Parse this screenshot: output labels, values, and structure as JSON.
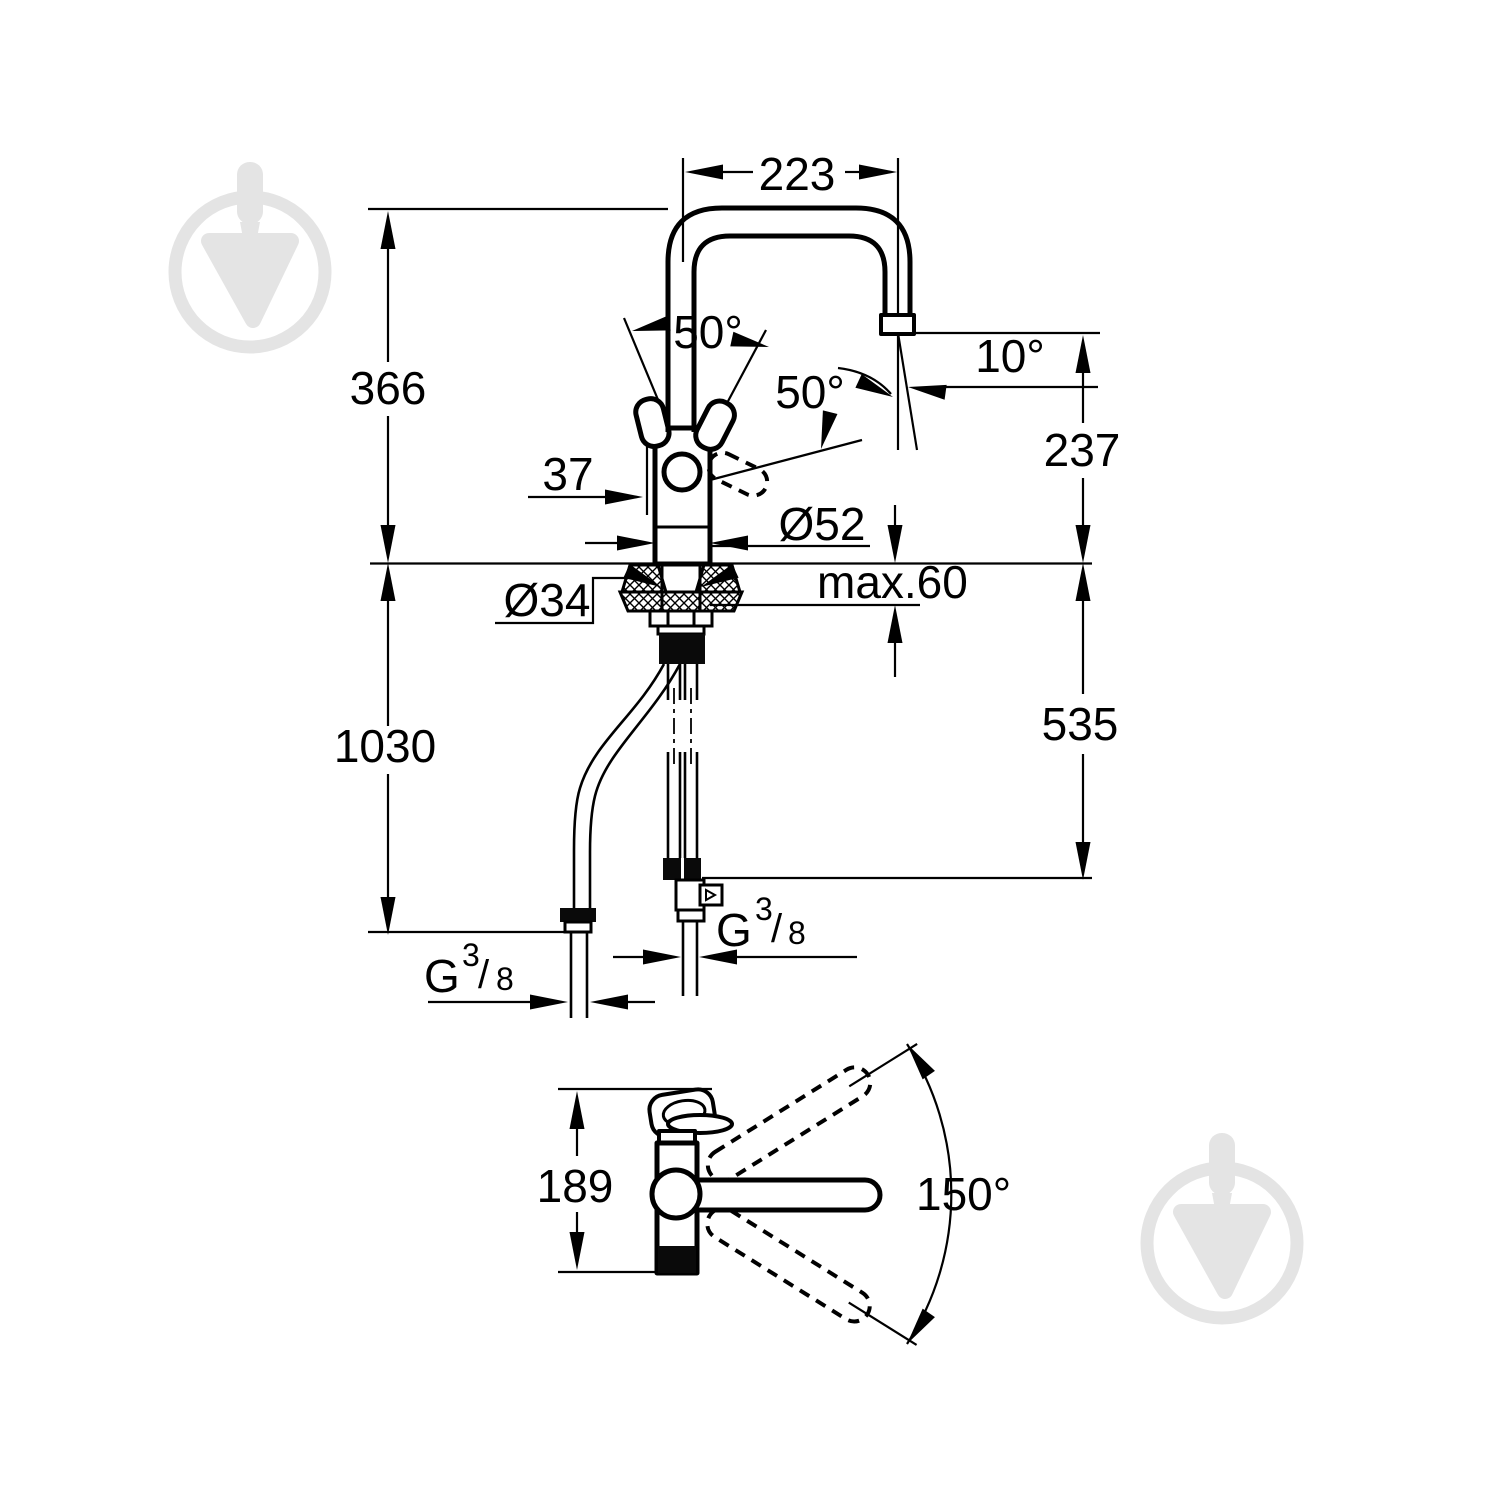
{
  "colors": {
    "line": "#000000",
    "background": "#ffffff",
    "watermark": "#e4e4e4"
  },
  "front_view": {
    "dimensions": {
      "spout_reach": "223",
      "height_to_spout_top": "366",
      "lever_angle_upper": "50°",
      "lever_angle_lower": "50°",
      "outlet_angle": "10°",
      "outlet_height": "237",
      "lever_offset": "37",
      "body_diameter": "Ø52",
      "mounting_hole_diameter": "Ø34",
      "max_counter_thickness": "max.60",
      "below_deck_height": "535",
      "total_height": "1030",
      "thread_left": {
        "prefix": "G",
        "numerator": "3",
        "slash": "/",
        "denominator": "8"
      },
      "thread_right": {
        "prefix": "G",
        "numerator": "3",
        "slash": "/",
        "denominator": "8"
      }
    }
  },
  "top_view": {
    "dimensions": {
      "body_depth": "189",
      "swivel_range": "150°"
    }
  },
  "watermarks": {
    "icon": "trowel-in-circle-icon",
    "positions": [
      "top-left",
      "bottom-right"
    ]
  }
}
